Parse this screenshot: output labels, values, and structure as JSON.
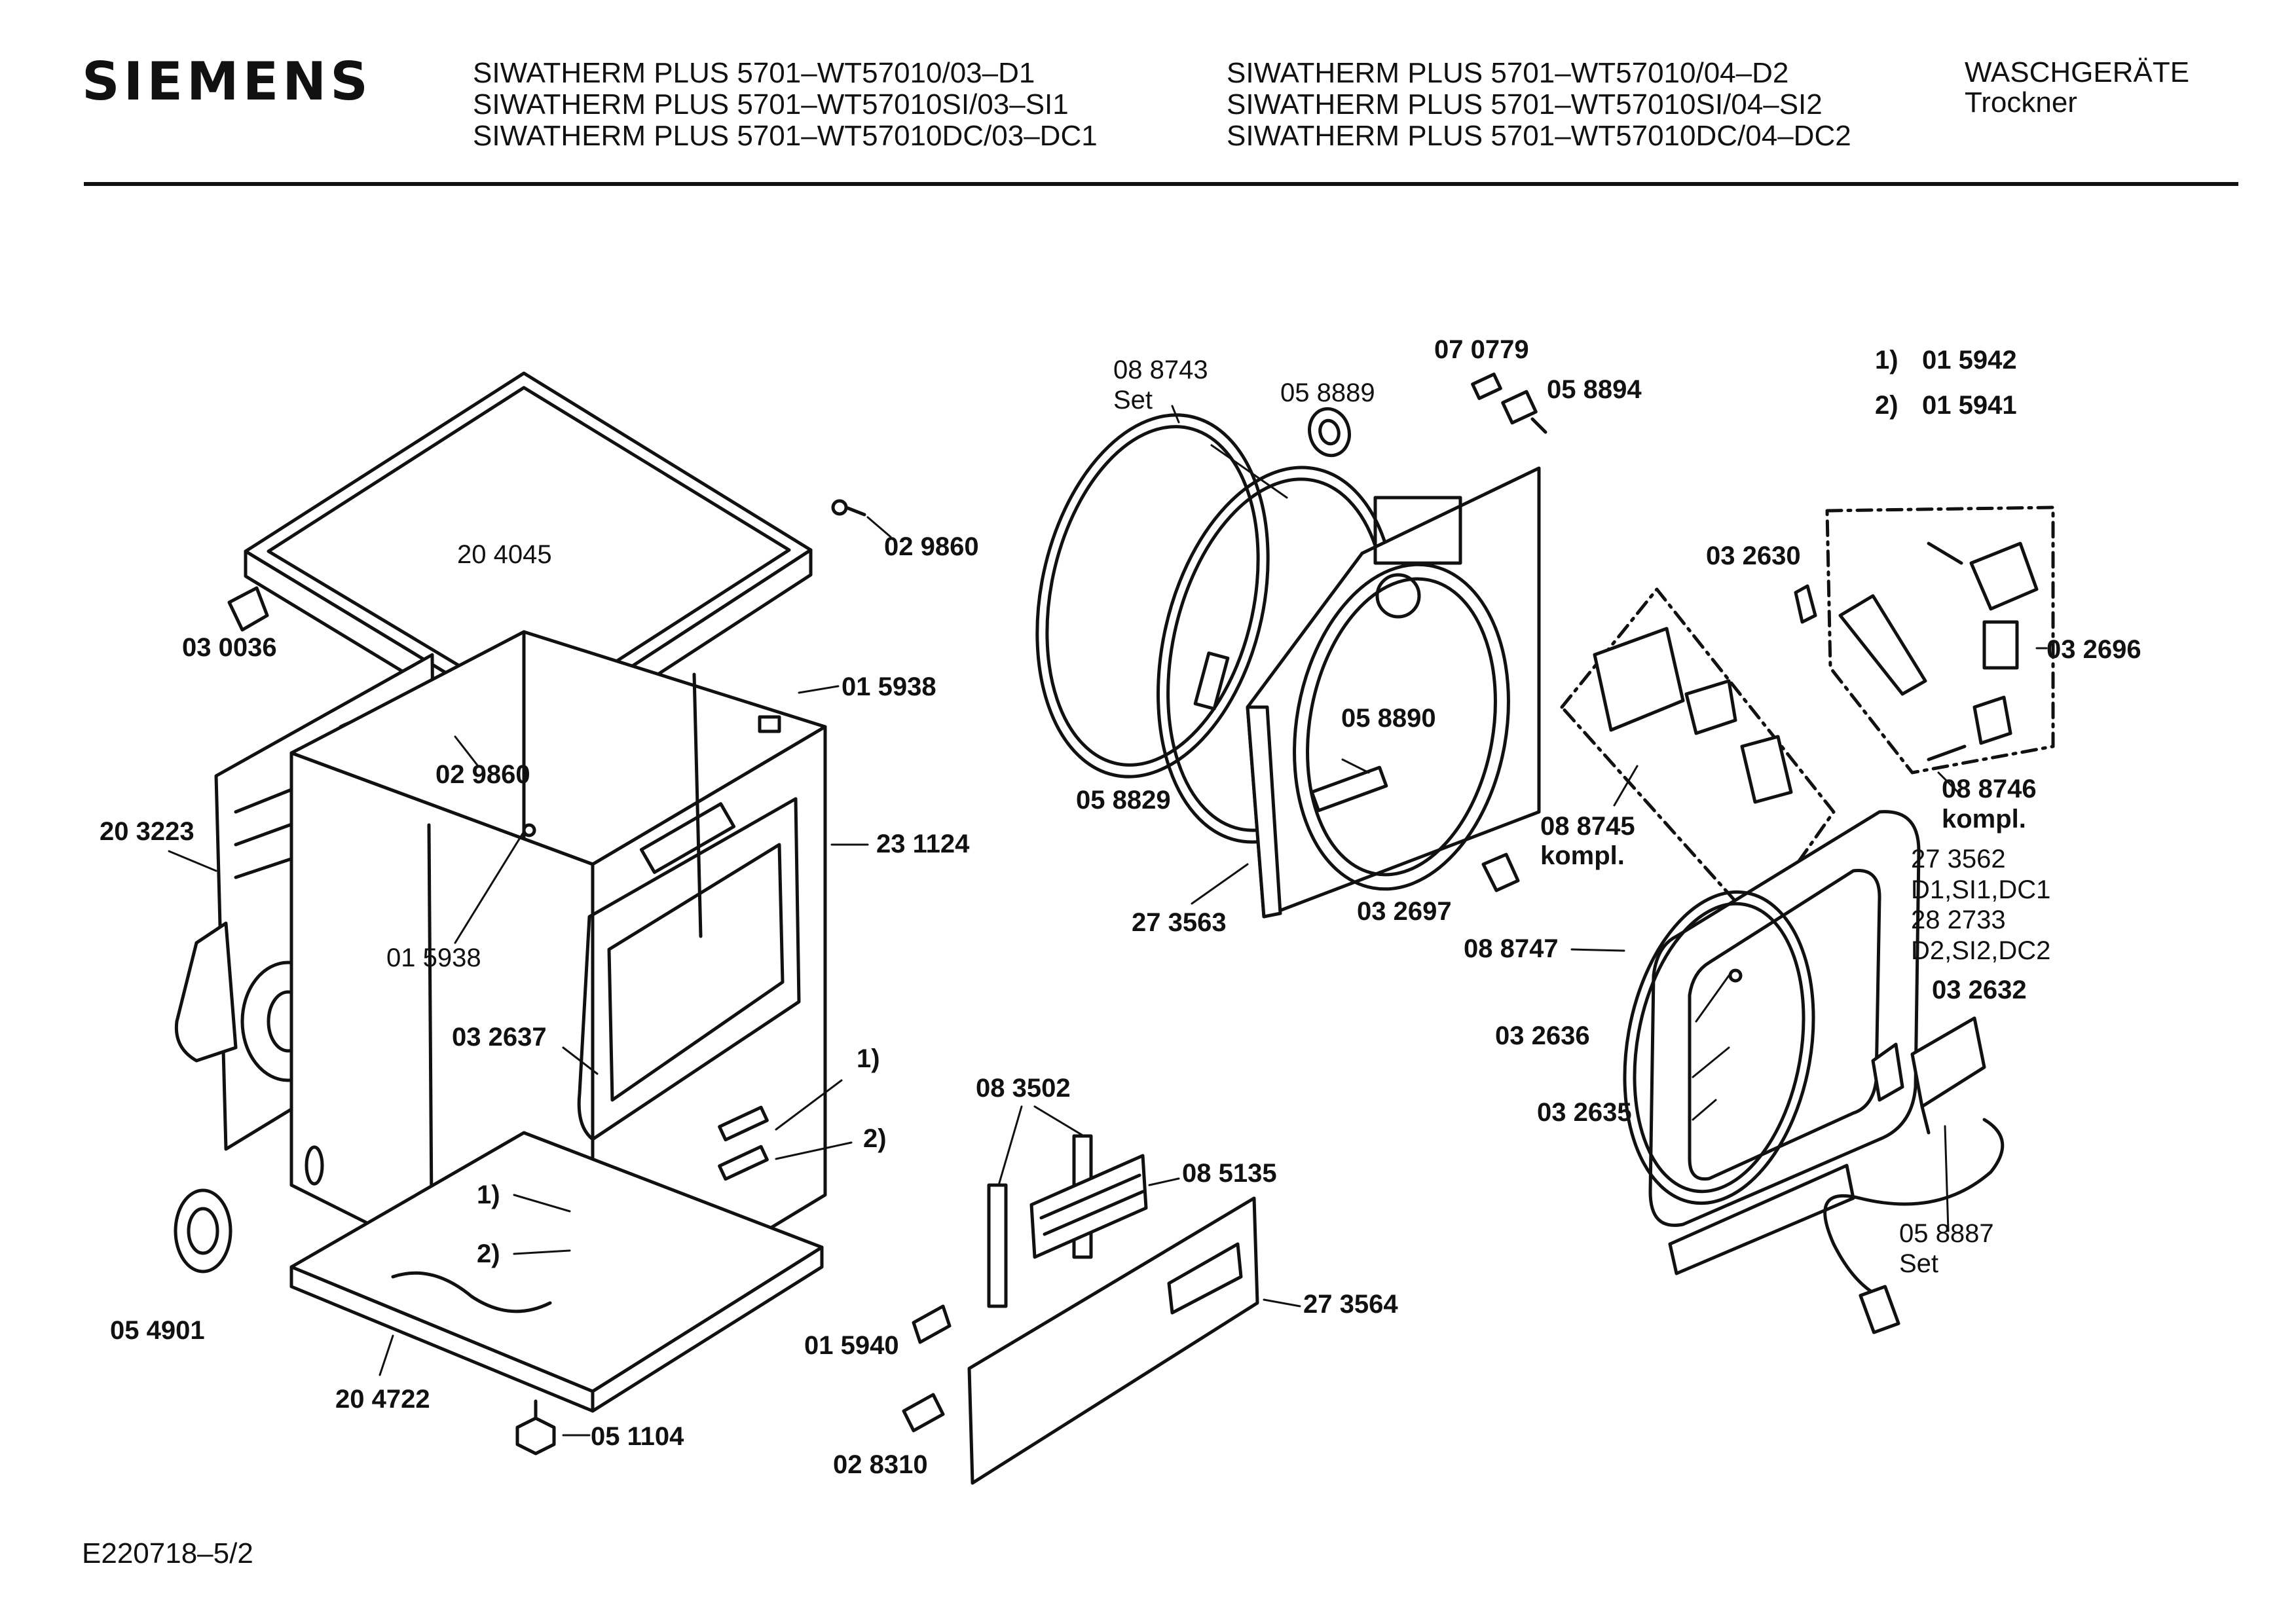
{
  "header": {
    "brand": "SIEMENS",
    "models_col1": [
      "SIWATHERM PLUS 5701–WT57010/03–D1",
      "SIWATHERM PLUS 5701–WT57010SI/03–SI1",
      "SIWATHERM PLUS 5701–WT57010DC/03–DC1"
    ],
    "models_col2": [
      "SIWATHERM PLUS 5701–WT57010/04–D2",
      "SIWATHERM PLUS 5701–WT57010SI/04–SI2",
      "SIWATHERM PLUS 5701–WT57010DC/04–DC2"
    ],
    "category": "WASCHGERÄTE",
    "subcategory": "Trockner"
  },
  "labels": {
    "p204045": "20  4045",
    "p029860a": "02 9860",
    "p030036": "03 0036",
    "p015938a": "01 5938",
    "p029860b": "02 9860",
    "p203223": "20 3223",
    "p231124": "23 1124",
    "p015938b": "01 5938",
    "p032637": "03 2637",
    "n1a": "1)",
    "n2a": "2)",
    "n1b": "1)",
    "n2b": "2)",
    "p054901": "05 4901",
    "p204722": "20 4722",
    "p051104": "05 1104",
    "p088743": "08 8743",
    "set1": "Set",
    "p058889": "05 8889",
    "p070779": "07 0779",
    "p058894": "05 8894",
    "p058890": "05 8890",
    "p058829": "05 8829",
    "p273563": "27 3563",
    "legend1_num": "1)",
    "legend1_val": "01 5942",
    "legend2_num": "2)",
    "legend2_val": "01 5941",
    "p032630": "03 2630",
    "p032696": "03 2696",
    "p088746": "08 8746",
    "kompl1": "kompl.",
    "p088745": "08 8745",
    "kompl2": "kompl.",
    "p032697": "03 2697",
    "p273562": "27 3562",
    "v1": "D1,SI1,DC1",
    "p282733": "28 2733",
    "v2": "D2,SI2,DC2",
    "p088747": "08 8747",
    "p032632": "03 2632",
    "p032636": "03 2636",
    "p032635": "03 2635",
    "p058887": "05 8887",
    "set2": "Set",
    "p083502": "08 3502",
    "p085135": "08 5135",
    "p273564": "27 3564",
    "p015940": "01 5940",
    "p028310": "02 8310"
  },
  "footer": {
    "code": "E220718–5/2"
  }
}
